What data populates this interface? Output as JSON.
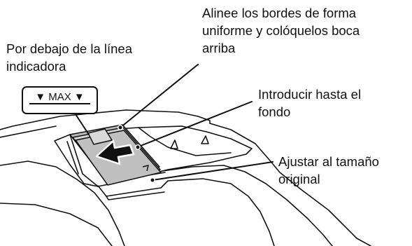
{
  "labels": {
    "below_line": "Por debajo de la línea\nindicadora",
    "align_edges": "Alinee los bordes de forma\nuniforme y colóquelos boca\narriba",
    "insert": "Introducir hasta el\nfondo",
    "adjust": "Ajustar al tamaño\noriginal"
  },
  "badge": {
    "text": "▼ MAX ▼"
  }
}
